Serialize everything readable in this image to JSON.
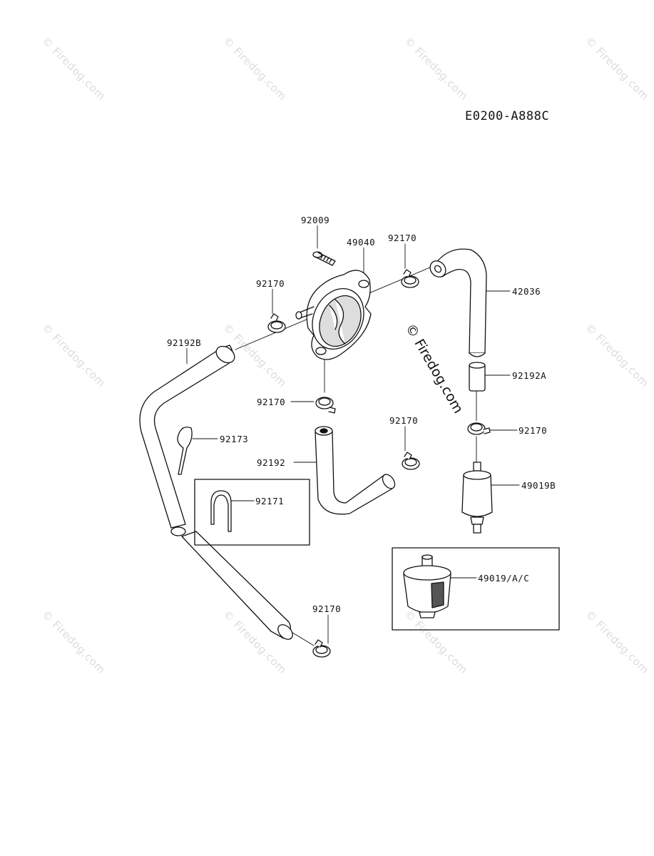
{
  "diagram_code": "E0200-A888C",
  "watermark": {
    "text": "© Firedog.com",
    "center_text": "© Firedog.com"
  },
  "parts": {
    "bolt": "92009",
    "fuel_pump": "49040",
    "clamp": "92170",
    "hose_bend": "42036",
    "hose_long": "92192B",
    "hose_short": "92192A",
    "hose_mid": "92192",
    "clip_a": "92173",
    "clip_b": "92171",
    "filter_b": "49019B",
    "filter_alt": "49019/A/C"
  }
}
